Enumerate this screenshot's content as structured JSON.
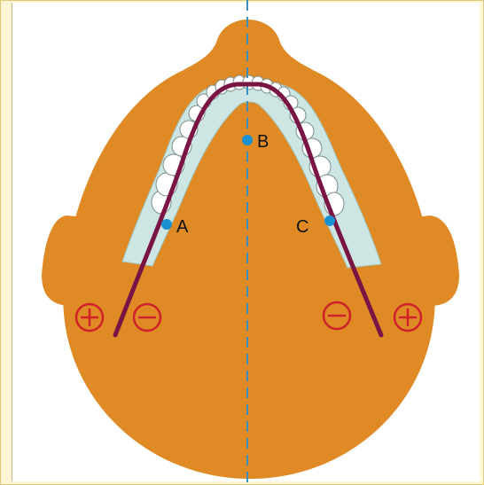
{
  "diagram": {
    "point_labels": {
      "a": "A",
      "b": "B",
      "c": "C"
    },
    "polarity": {
      "left_outer": "+",
      "left_inner": "−",
      "right_inner": "−",
      "right_outer": "+"
    },
    "colors": {
      "page_bg": "#fff6d6",
      "head_fill": "#df8a24",
      "jaw_fill": "#cde6e4",
      "teeth_fill": "#ffffff",
      "electrode_wire": "#7a1445",
      "midline": "#3a8fbd",
      "point_marker": "#1b90d1",
      "polarity_symbol": "#d0202a"
    }
  }
}
